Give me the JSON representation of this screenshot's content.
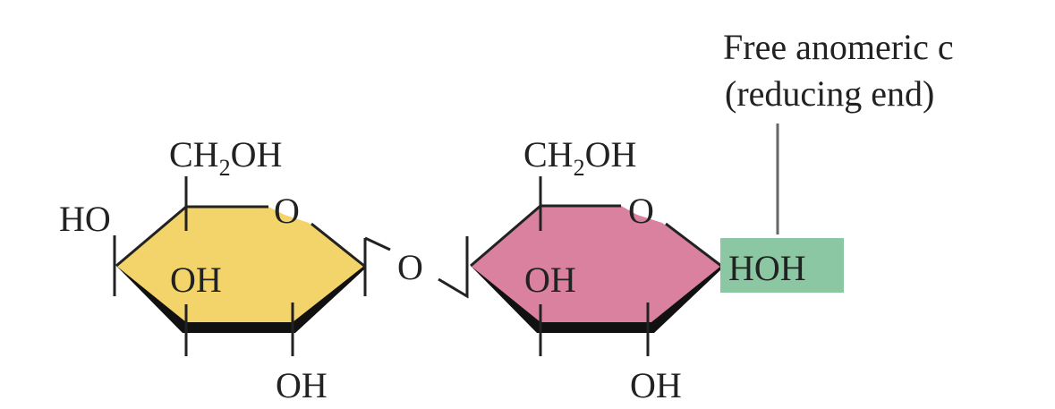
{
  "colors": {
    "left_ring": "#f3d46a",
    "right_ring": "#d9819f",
    "reducing_end_highlight": "#8cc7a4",
    "line": "#222222"
  },
  "annotation": {
    "line1": "Free anomeric c",
    "line2": "(reducing end)"
  },
  "left_ring": {
    "ch2oh_main": "CH",
    "ch2oh_sub": "2",
    "ch2oh_tail": "OH",
    "ring_oxygen": "O",
    "c4_ho": "HO",
    "c3_oh": "OH",
    "c2_oh": "OH"
  },
  "glycosidic_oxygen": "O",
  "right_ring": {
    "ch2oh_main": "CH",
    "ch2oh_sub": "2",
    "ch2oh_tail": "OH",
    "ring_oxygen": "O",
    "c3_oh": "OH",
    "c2_oh": "OH",
    "anomeric_group": "HOH"
  }
}
